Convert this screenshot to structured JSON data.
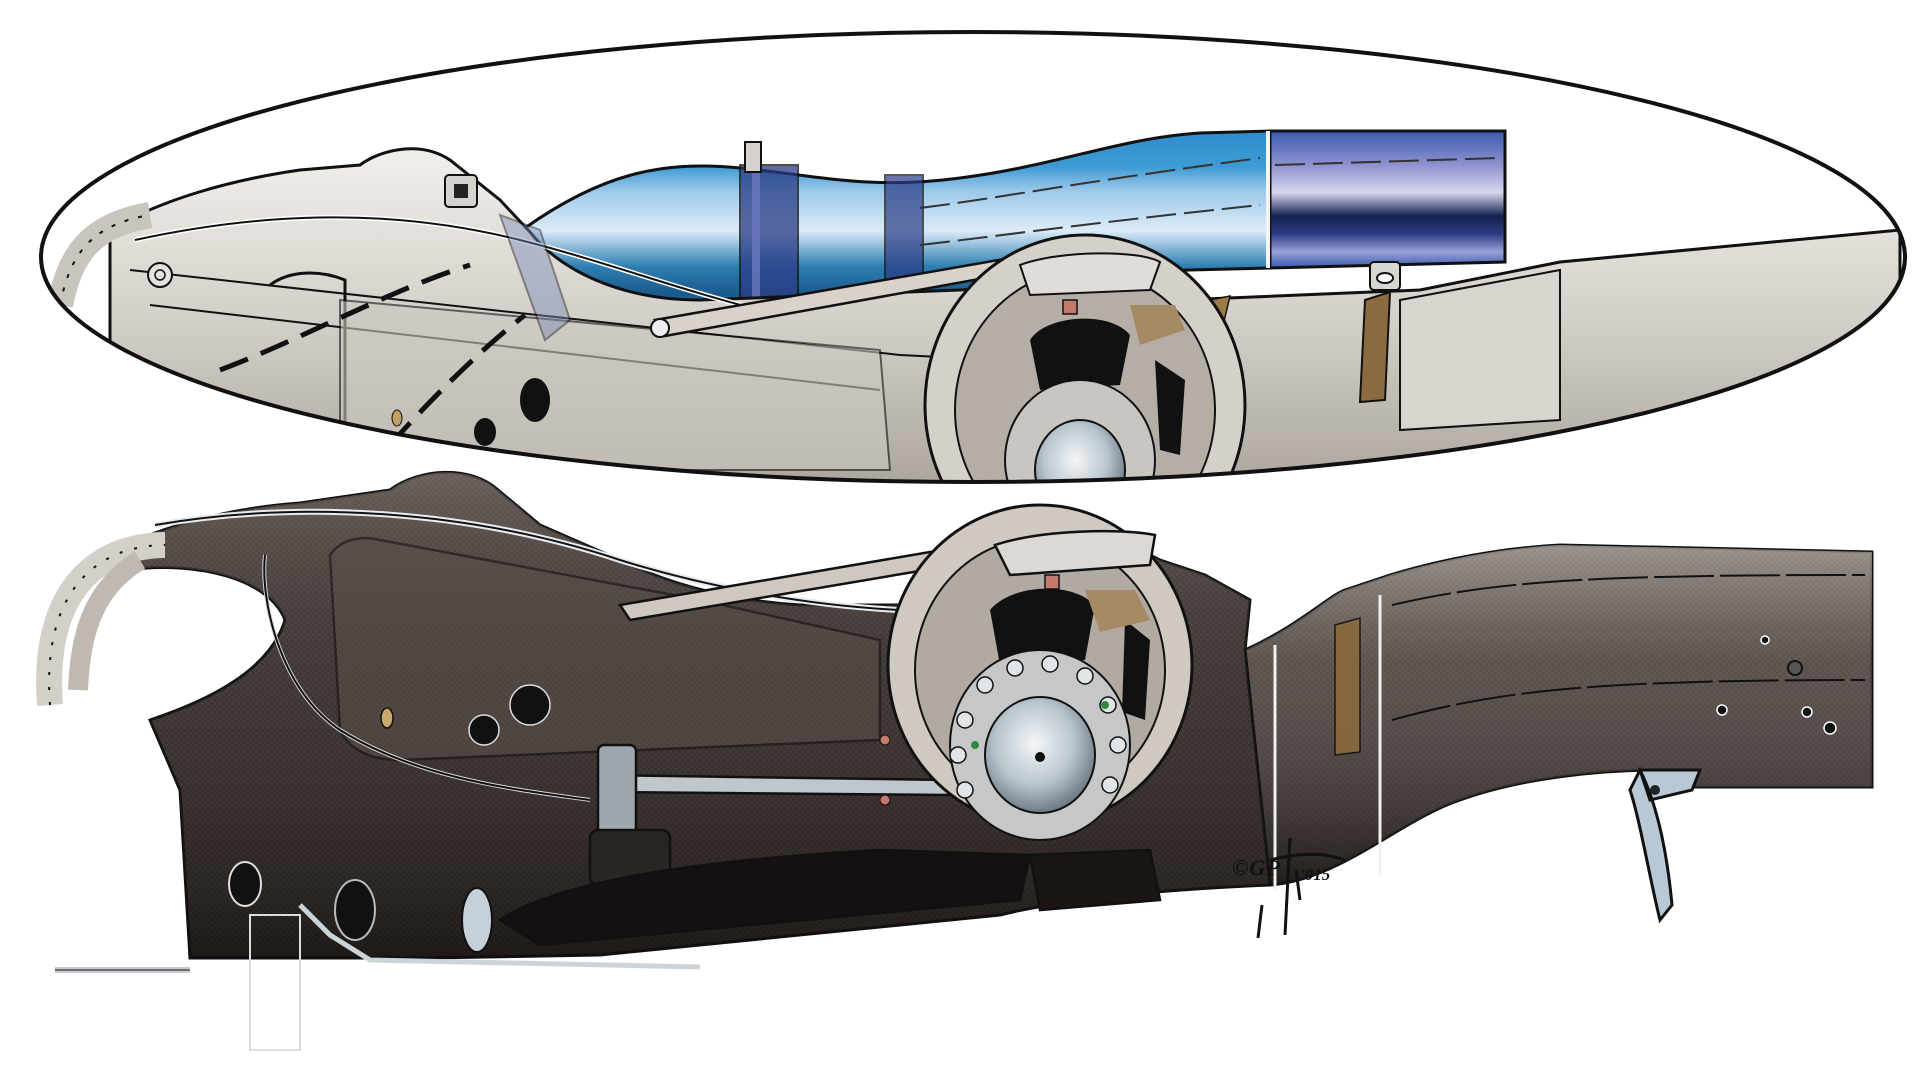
{
  "illustration": {
    "subject": "Formula 1 gearbox casing with rear crash structure, side view",
    "panels": [
      {
        "name": "detail-inset",
        "style": "ellipse inset, light grey/silver rendering with blue exhaust tailpipe"
      },
      {
        "name": "main-view",
        "style": "dark carbon-fibre gearbox casing with rear impact structure"
      }
    ],
    "signature": {
      "mark": "©GP",
      "year": "'015"
    }
  },
  "colors": {
    "background": "#ffffff",
    "outline": "#111111",
    "carbon_dark": "#2a2422",
    "carbon_mid": "#5a504b",
    "carbon_light": "#9a8f88",
    "silver_light": "#e4e1dc",
    "silver_mid": "#c2bdb6",
    "silver_shade": "#8f8983",
    "pipe_light": "#cfe4f5",
    "pipe_mid": "#3d9bd4",
    "pipe_dark": "#1a5a8c",
    "pipe_navy": "#1c2c6a",
    "pipe_lavender": "#b9b8dc",
    "bronze": "#8a6a3e",
    "hub_steel": "#b8c4cc"
  }
}
